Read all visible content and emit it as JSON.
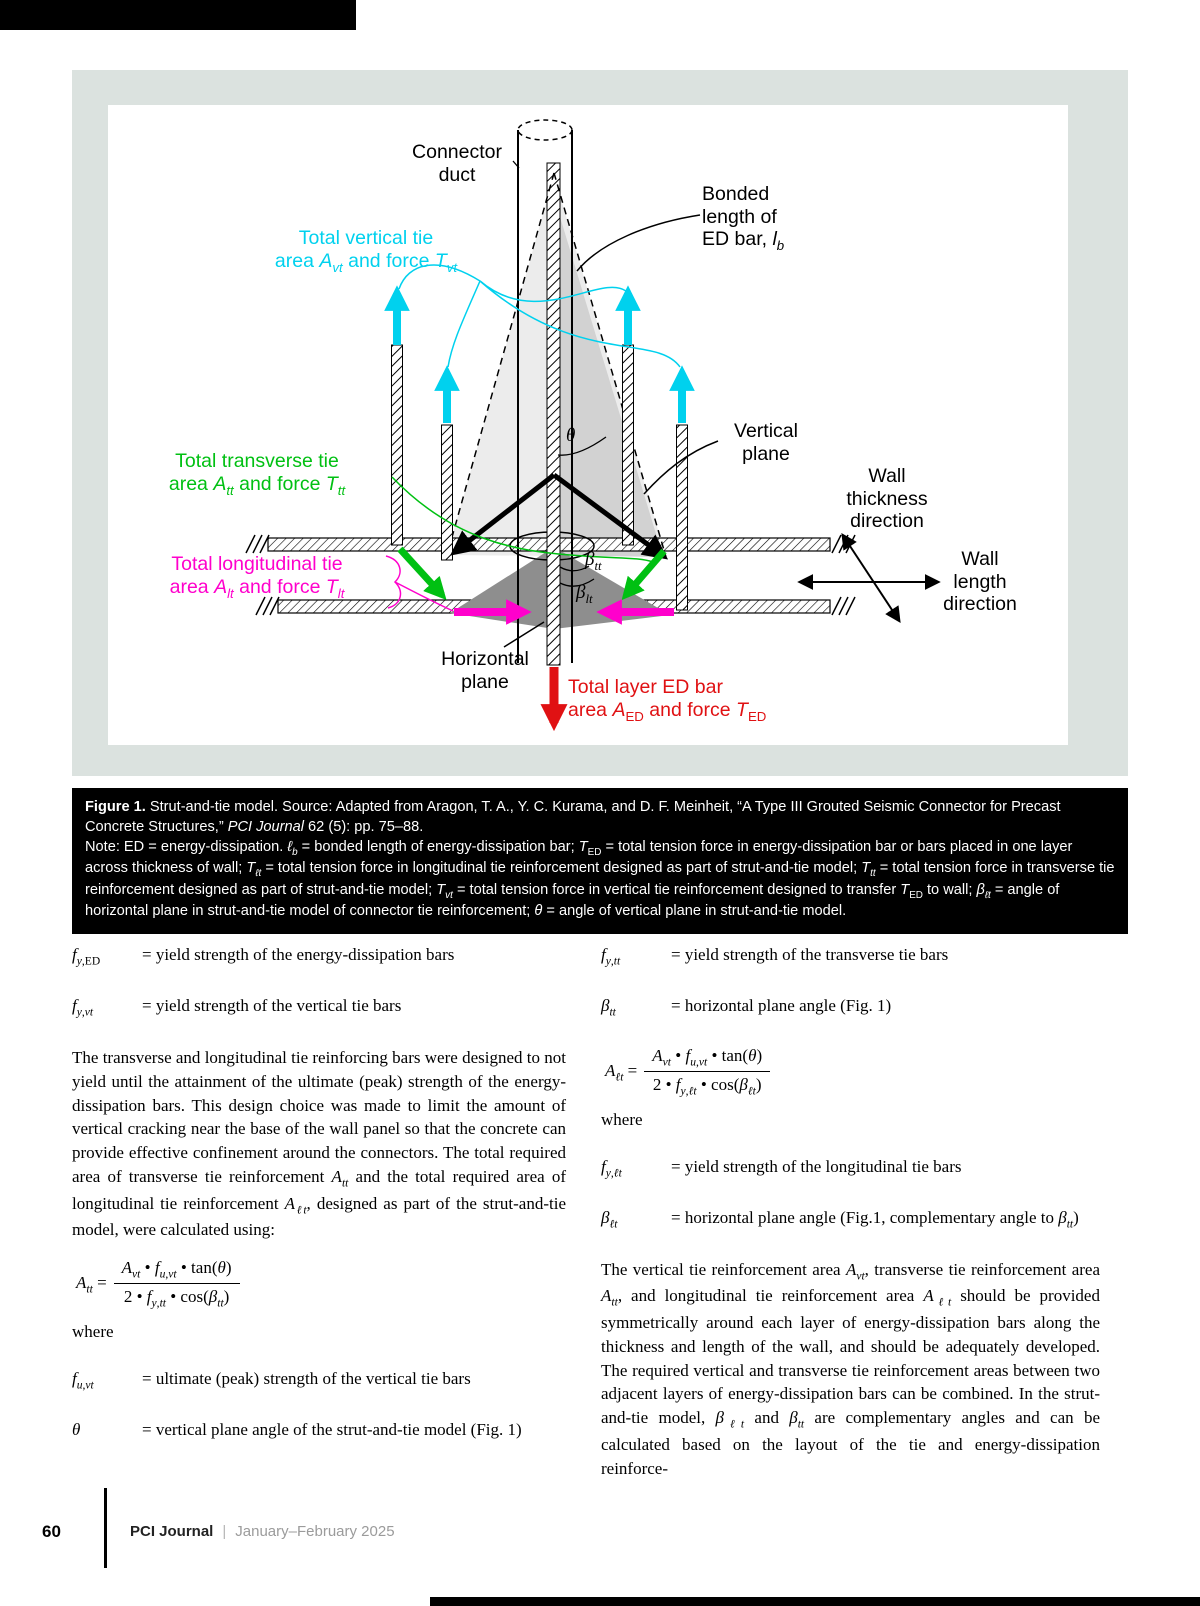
{
  "masthead": {
    "page_number": "60",
    "journal_name": "PCI Journal",
    "separator": "|",
    "issue": "January–February 2025"
  },
  "figure": {
    "labels": {
      "connector_duct": "Connector\nduct",
      "bonded_length": "Bonded\nlength of\nED bar, *l*_{*b*}",
      "vertical_tie": "Total vertical tie\narea *A*_{*vt*} and force *T*_{*vt*}",
      "transverse_tie": "Total transverse tie\narea *A*_{*tt*} and force *T*_{*tt*}",
      "longitudinal_tie": "Total longitudinal tie\narea *A*_{*lt*} and force *T*_{*lt*}",
      "vertical_plane": "Vertical\nplane",
      "wall_thickness": "Wall\nthickness\ndirection",
      "wall_length": "Wall\nlength\ndirection",
      "horizontal_plane": "Horizontal\nplane",
      "ed_bar_force": "Total layer ED bar\narea *A*_{ED} and force *T*_{ED}",
      "theta": "*θ*",
      "beta_tt": "*β*_{*tt*}",
      "beta_lt": "*β*_{*lt*}"
    },
    "colors": {
      "cyan": "#00d1ee",
      "green": "#00c012",
      "magenta": "#ff00cc",
      "red": "#e01113",
      "panel_bg": "#dbe2df"
    },
    "caption": {
      "title": "**Figure 1.** Strut-and-tie model. Source: Adapted from Aragon, T. A., Y. C. Kurama, and D. F. Meinheit, “A Type III Grouted Seismic Connector for Precast Concrete Structures,” *PCI Journal* 62 (5): pp. 75–88.",
      "note": "Note: ED = energy-dissipation. *ℓ*_{*b*} = bonded length of energy-dissipation bar; *T*_{ED} = total tension force in energy-dissipation bar or bars placed in one layer across thickness of wall; *T*_{*ℓt*} = total tension force in longitudinal tie reinforcement designed as part of strut-and-tie model; *T*_{*tt*} = total tension force in transverse tie reinforcement designed as part of strut-and-tie model; *T*_{*vt*} = total tension force in vertical tie reinforcement designed to transfer *T*_{ED} to wall; *β*_{*ℓt*} = angle of horizontal plane in strut-and-tie model of connector tie reinforcement; *θ* = angle of vertical plane in strut-and-tie model."
    }
  },
  "body": {
    "left": {
      "defs_top": [
        {
          "term": "*f*_{*y*,ED}",
          "def": "= yield strength of the energy-dissipation bars"
        },
        {
          "term": "*f*_{*y*,*vt*}",
          "def": "= yield strength of the vertical tie bars"
        }
      ],
      "paragraph": "The transverse and longitudinal tie reinforcing bars were designed to not yield until the attainment of the ultimate (peak) strength of the energy-dissipation bars. This design choice was made to limit the amount of vertical cracking near the base of the wall panel so that the concrete can provide effective confinement around the connectors. The total required area of transverse tie reinforcement *A*_{*tt*} and the total required area of longitudinal tie reinforcement *A*_{*ℓt*}, designed as part of the strut-and-tie model, were calculated using:",
      "equation": {
        "lhs": "*A*_{*tt*} =",
        "numerator": "*A*_{*vt*} • *f*_{*u*,*vt*} • tan(*θ*)",
        "denominator": "2 • *f*_{*y*,*tt*} • cos(*β*_{*tt*})"
      },
      "where_label": "where",
      "defs_bottom": [
        {
          "term": "*f*_{*u*,*vt*}",
          "def": "= ultimate (peak) strength of the vertical tie bars"
        },
        {
          "term": "*θ*",
          "def": "= vertical plane angle of the strut-and-tie model (Fig. 1)"
        }
      ]
    },
    "right": {
      "defs_top": [
        {
          "term": "*f*_{*y*,*tt*}",
          "def": "= yield strength of the transverse tie bars"
        },
        {
          "term": "*β*_{*tt*}",
          "def": "= horizontal plane angle (Fig. 1)"
        }
      ],
      "equation": {
        "lhs": "*A*_{*ℓt*} =",
        "numerator": "*A*_{*vt*} • *f*_{*u*,*vt*} • tan(*θ*)",
        "denominator": "2 • *f*_{*y*,*ℓt*} • cos(*β*_{*ℓt*})"
      },
      "where_label": "where",
      "defs_bottom": [
        {
          "term": "*f*_{*y*,*ℓt*}",
          "def": "= yield strength of the longitudinal tie bars"
        },
        {
          "term": "*β*_{*ℓt*}",
          "def": "= horizontal plane angle (Fig.1, complementary angle to *β*_{*tt*})"
        }
      ],
      "paragraph": "The vertical tie reinforcement area *A*_{*vt*}, transverse tie reinforcement area *A*_{*tt*}, and longitudinal tie reinforcement area *A*_{*ℓt*} should be provided symmetrically around each layer of energy-dissipation bars along the thickness and length of the wall, and should be adequately developed. The required vertical and transverse tie reinforcement areas between two adjacent layers of energy-dissipation bars can be combined. In the strut-and-tie model, *β*_{*ℓt*} and *β*_{*tt*} are complementary angles and can be calculated based on the layout of the tie and energy-dissipation reinforce-"
    }
  }
}
